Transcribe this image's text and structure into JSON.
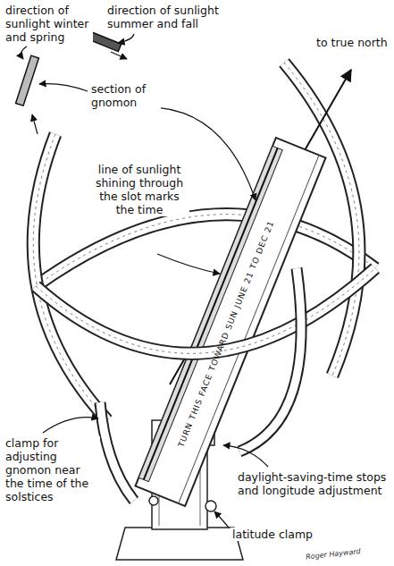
{
  "diagram": {
    "labels": [
      "direction of sunlight winter and spring",
      "direction of sunlight summer and fall",
      "section of gnomon",
      "to true north",
      "line of sunlight shining through the slot marks the time",
      "TURN THIS FACE TOWARD SUN JUNE 21 TO DEC 21",
      "clamp for adjusting gnomon near the time of the solstices",
      "daylight-saving-time stops and longitude adjustment",
      "latitude clamp",
      "Roger Hayward"
    ]
  }
}
